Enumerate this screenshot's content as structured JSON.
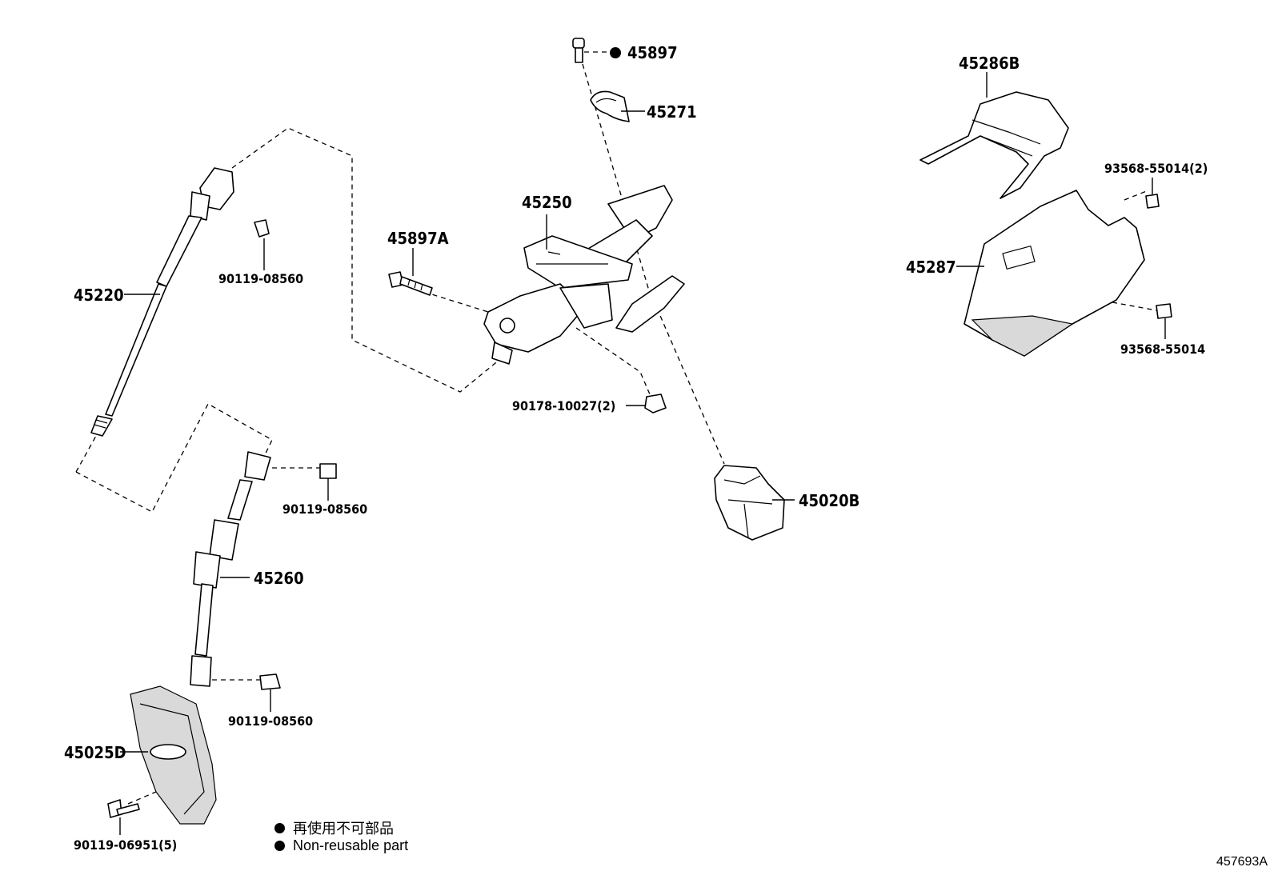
{
  "diagram": {
    "parts": {
      "p45897": "45897",
      "p45271": "45271",
      "p45250": "45250",
      "p45897A": "45897A",
      "p45220": "45220",
      "p90119_08560_a": "90119-08560",
      "p90119_08560_b": "90119-08560",
      "p90119_08560_c": "90119-08560",
      "p45260": "45260",
      "p45025D": "45025D",
      "p90119_06951": "90119-06951(5)",
      "p90178_10027": "90178-10027(2)",
      "p45020B": "45020B",
      "p45286B": "45286B",
      "p93568_55014_2": "93568-55014(2)",
      "p45287": "45287",
      "p93568_55014": "93568-55014"
    },
    "legend": {
      "jp": "再使用不可部品",
      "en": "Non-reusable part"
    },
    "figure_id": "457693A"
  },
  "colors": {
    "line": "#000000",
    "background": "#ffffff",
    "shade": "#d9d9d9"
  }
}
